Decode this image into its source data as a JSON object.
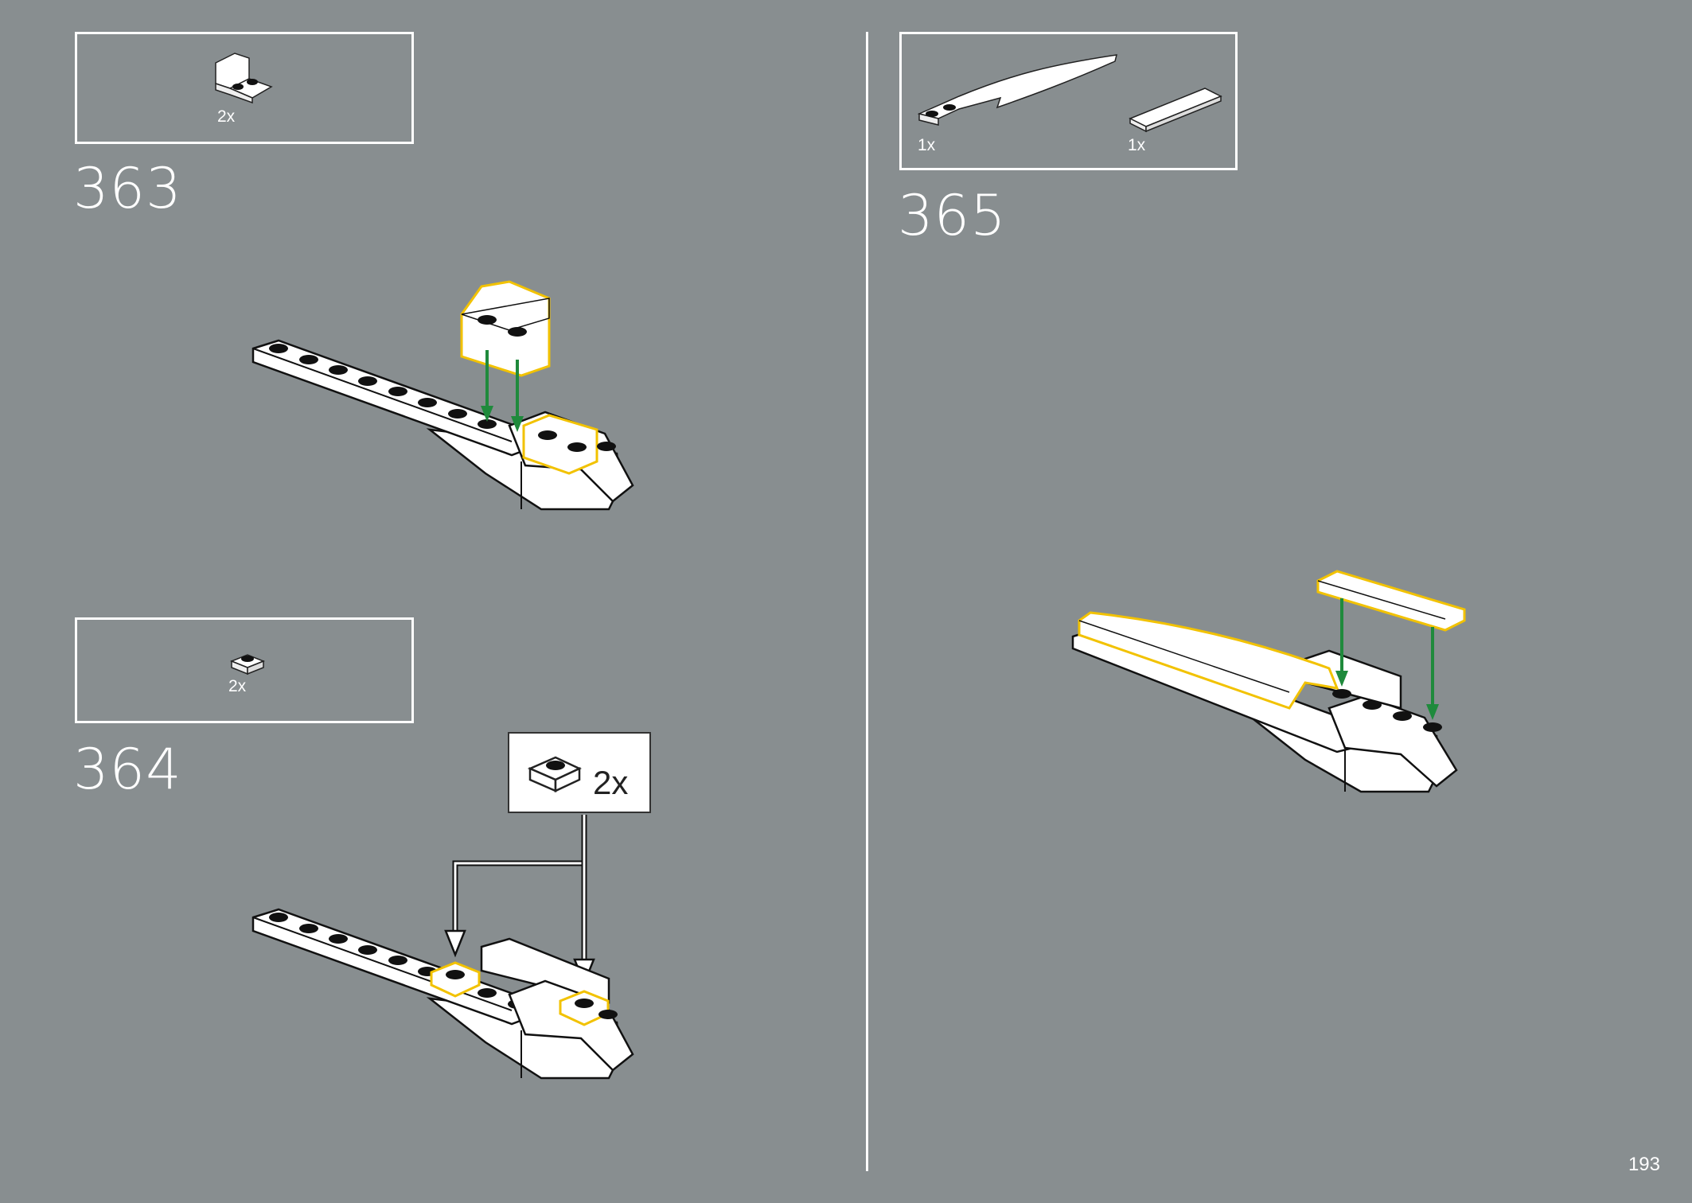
{
  "steps": [
    {
      "number": "363",
      "parts": [
        {
          "qty": "2x",
          "icon": "bracket-1x2-2x2-icon"
        }
      ]
    },
    {
      "number": "364",
      "parts": [
        {
          "qty": "2x",
          "icon": "plate-1x1-icon"
        }
      ],
      "callout": {
        "qty": "2x",
        "icon": "plate-1x1-icon"
      }
    },
    {
      "number": "365",
      "parts": [
        {
          "qty": "1x",
          "icon": "curved-slope-icon"
        },
        {
          "qty": "1x",
          "icon": "tile-1x4-icon"
        }
      ]
    }
  ],
  "page_number": "193",
  "colors": {
    "background": "#888e90",
    "highlight": "#f2c200",
    "arrow_green": "#1f8a3c",
    "brick_white": "#ffffff",
    "outline": "#111111"
  }
}
